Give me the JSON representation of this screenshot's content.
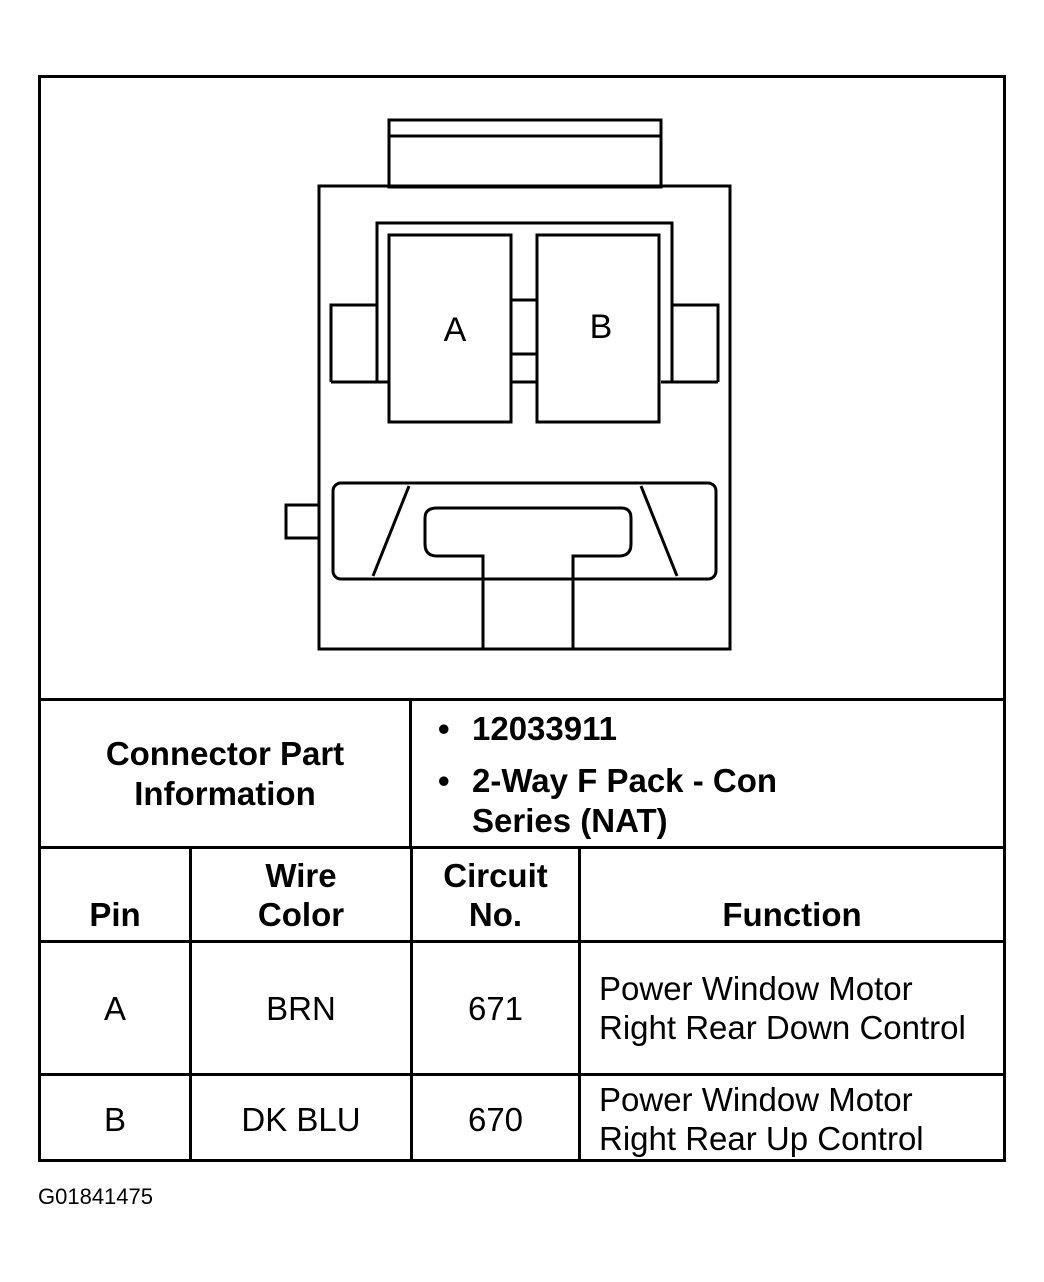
{
  "connector": {
    "cavity_a": "A",
    "cavity_b": "B"
  },
  "part_info": {
    "label_line1": "Connector Part",
    "label_line2": "Information",
    "items": [
      "12033911",
      "2-Way F Pack - Con Series (NAT)"
    ]
  },
  "table": {
    "headers": {
      "pin": "Pin",
      "wire_color_line1": "Wire",
      "wire_color_line2": "Color",
      "circuit_line1": "Circuit",
      "circuit_line2": "No.",
      "function": "Function"
    },
    "rows": [
      {
        "pin": "A",
        "wire_color": "BRN",
        "circuit": "671",
        "function": "Power Window Motor Right Rear Down Control"
      },
      {
        "pin": "B",
        "wire_color": "DK BLU",
        "circuit": "670",
        "function": "Power Window Motor Right Rear Up Control"
      }
    ]
  },
  "figure_code": "G01841475"
}
